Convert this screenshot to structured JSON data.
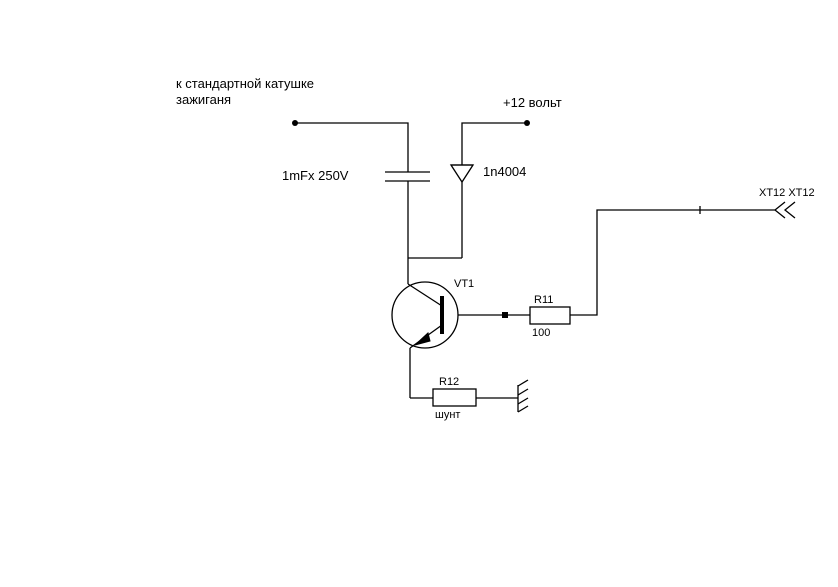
{
  "labels": {
    "coil_line1": "к стандартной катушке",
    "coil_line2": "зажиганя",
    "supply": "+12 вольт",
    "capacitor": "1mFx 250V",
    "diode": "1n4004",
    "connector": "XT12 XT12",
    "transistor": "VT1",
    "r11_name": "R11",
    "r11_value": "100",
    "r12_name": "R12",
    "r12_value": "шунт"
  },
  "colors": {
    "stroke": "#000000",
    "background": "#ffffff"
  }
}
